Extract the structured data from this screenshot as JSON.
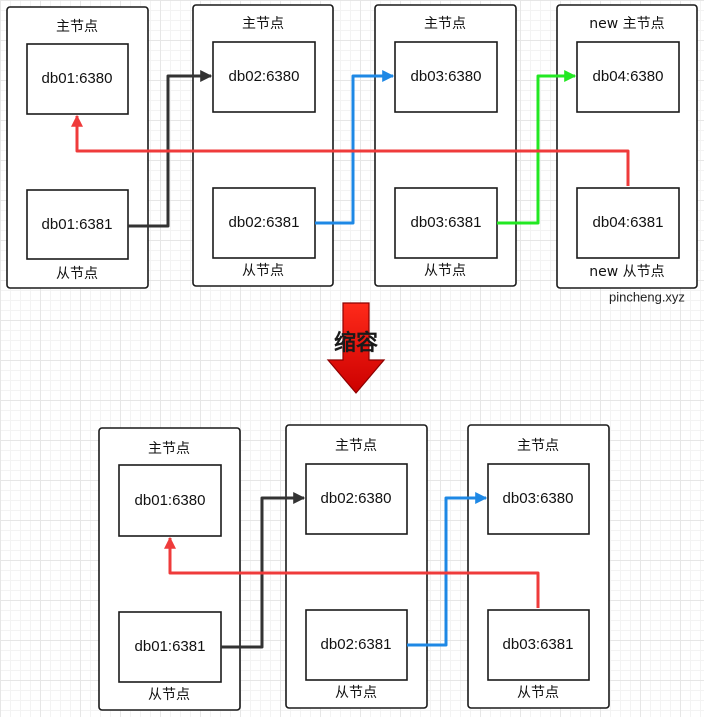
{
  "labels": {
    "master": "主节点",
    "slave": "从节点",
    "new_master": "new 主节点",
    "new_slave": "new 从节点"
  },
  "watermark": "pincheng.xyz",
  "action": "缩容",
  "before": {
    "masters": [
      "db01:6380",
      "db02:6380",
      "db03:6380",
      "db04:6380"
    ],
    "slaves": [
      "db01:6381",
      "db02:6381",
      "db03:6381",
      "db04:6381"
    ]
  },
  "after": {
    "masters": [
      "db01:6380",
      "db02:6380",
      "db03:6380"
    ],
    "slaves": [
      "db01:6381",
      "db02:6381",
      "db03:6381"
    ]
  },
  "colors": {
    "black_link": "#333333",
    "blue_link": "#1e88e5",
    "green_link": "#22e822",
    "red_link": "#ef3b3b",
    "down_arrow": "#e00000"
  }
}
